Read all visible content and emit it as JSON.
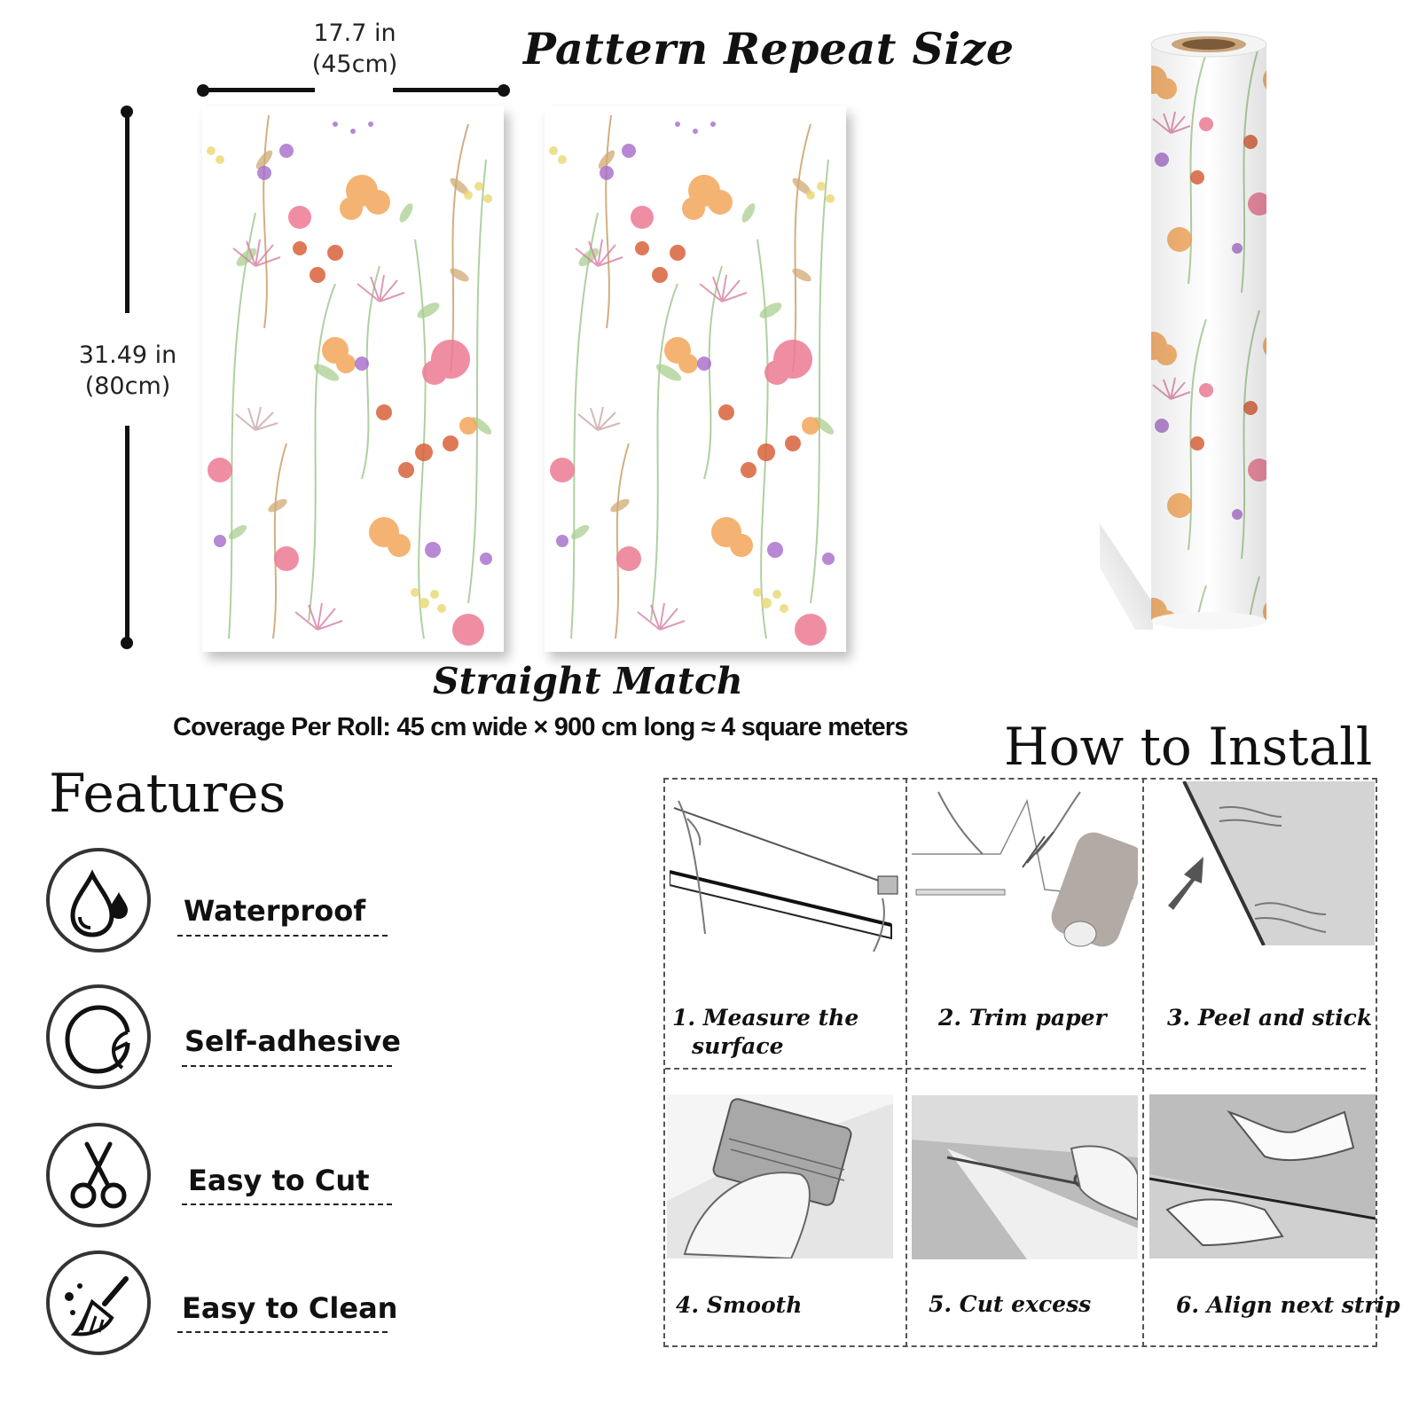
{
  "dimensions": {
    "width_in": "17.7 in",
    "width_cm": "(45cm)",
    "height_in": "31.49 in",
    "height_cm": "(80cm)"
  },
  "pattern_title": "Pattern Repeat Size",
  "match_title": "Straight Match",
  "coverage": "Coverage Per Roll: 45 cm wide × 900 cm long ≈ 4 square meters",
  "features": {
    "heading": "Features",
    "items": [
      {
        "label": "Waterproof",
        "icon": "water-drops-icon"
      },
      {
        "label": "Self-adhesive",
        "icon": "peel-sticker-icon"
      },
      {
        "label": "Easy to Cut",
        "icon": "scissors-icon"
      },
      {
        "label": "Easy to Clean",
        "icon": "broom-icon"
      }
    ]
  },
  "install": {
    "heading": "How to Install",
    "steps": [
      {
        "line1": "1. Measure the",
        "line2": "surface"
      },
      {
        "line1": "2. Trim paper",
        "line2": ""
      },
      {
        "line1": "3. Peel and stick",
        "line2": ""
      },
      {
        "line1": "4. Smooth",
        "line2": ""
      },
      {
        "line1": "5. Cut excess",
        "line2": ""
      },
      {
        "line1": "6. Align next strip",
        "line2": ""
      }
    ]
  },
  "colors": {
    "pink": "#e96f8e",
    "orange": "#f0a257",
    "purple": "#a06bc4",
    "rust": "#d4623a",
    "green": "#8fbf6f",
    "tan": "#c59a62",
    "yellow": "#e6d76a"
  }
}
